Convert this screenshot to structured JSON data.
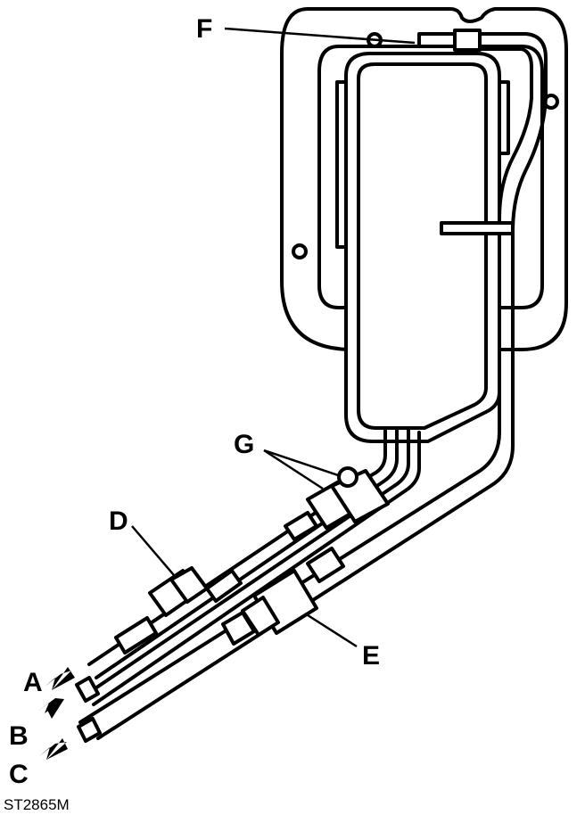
{
  "labels": {
    "a": "A",
    "b": "B",
    "c": "C",
    "d": "D",
    "e": "E",
    "f": "F",
    "g": "G"
  },
  "caption": "ST2865M",
  "colors": {
    "ink": "#000000",
    "paper": "#ffffff"
  }
}
